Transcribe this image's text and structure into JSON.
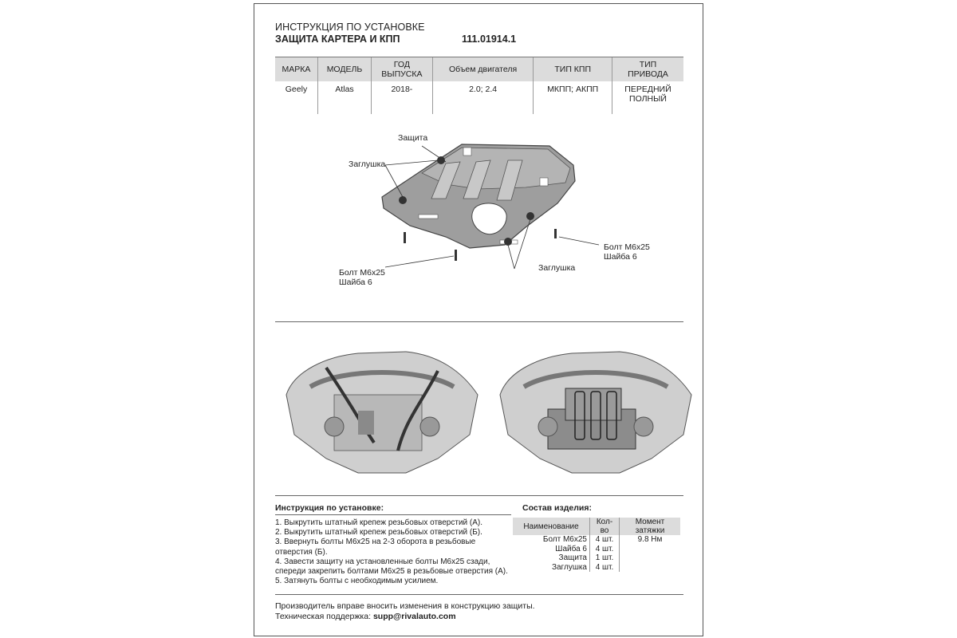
{
  "header": {
    "line1": "ИНСТРУКЦИЯ ПО УСТАНОВКЕ",
    "line2": "ЗАЩИТА КАРТЕРА И КПП",
    "code": "111.01914.1"
  },
  "spec_table": {
    "headers": [
      "МАРКА",
      "МОДЕЛЬ",
      "ГОД\nВЫПУСКА",
      "Объем двигателя",
      "ТИП КПП",
      "ТИП\nПРИВОДА"
    ],
    "row": [
      "Geely",
      "Atlas",
      "2018-",
      "2.0; 2.4",
      "МКПП; АКПП",
      "ПЕРЕДНИЙ\nПОЛНЫЙ"
    ]
  },
  "diagram": {
    "label_shield": "Защита",
    "label_plug_top": "Заглушка",
    "label_plug_bottom": "Заглушка",
    "label_bolt_right_1": "Болт М6х25",
    "label_bolt_right_2": "Шайба 6",
    "label_bolt_left_1": "Болт М6х25",
    "label_bolt_left_2": "Шайба 6"
  },
  "instructions": {
    "title": "Инструкция по установке:",
    "lines": [
      "1. Выкрутить штатный крепеж резьбовых отверстий (А).",
      "2. Выкрутить штатный крепеж резьбовых отверстий (Б).",
      "3. Ввернуть болты М6х25 на 2-3 оборота в резьбовые",
      "отверстия (Б).",
      "4. Завести защиту на установленные болты М6х25 сзади,",
      "спереди закрепить болтами М6х25 в резьбовые отверстия (А).",
      "5. Затянуть болты с необходимым усилием."
    ]
  },
  "composition": {
    "title": "Состав изделия:",
    "headers": [
      "Наименование",
      "Кол-во",
      "Момент затяжки"
    ],
    "rows": [
      {
        "name": "Болт М6х25",
        "qty": "4 шт.",
        "torque": "9.8 Нм"
      },
      {
        "name": "Шайба 6",
        "qty": "4 шт.",
        "torque": ""
      },
      {
        "name": "Защита",
        "qty": "1 шт.",
        "torque": ""
      },
      {
        "name": "Заглушка",
        "qty": "4 шт.",
        "torque": ""
      }
    ]
  },
  "footer": {
    "line1": "Производитель вправе вносить изменения в конструкцию защиты.",
    "support_label": "Техническая поддержка:",
    "support_email": "supp@rivalauto.com"
  }
}
